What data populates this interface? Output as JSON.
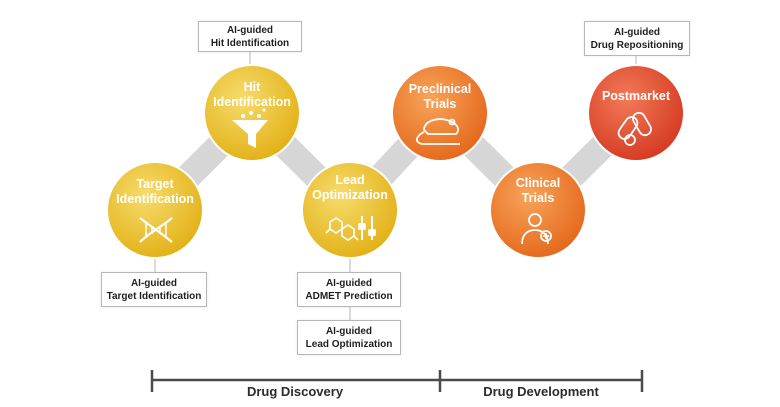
{
  "stages": [
    {
      "id": "target",
      "lines": [
        "Target",
        "Identification"
      ],
      "color_center": "#f2d35a",
      "color_edge": "#e3b21a",
      "icon": "dna-icon"
    },
    {
      "id": "hit",
      "lines": [
        "Hit",
        "Identification"
      ],
      "color_center": "#f2d35a",
      "color_edge": "#e3b21a",
      "icon": "funnel-icon"
    },
    {
      "id": "lead",
      "lines": [
        "Lead",
        "Optimization"
      ],
      "color_center": "#f2d35a",
      "color_edge": "#e3b21a",
      "icon": "molecule-sliders-icon"
    },
    {
      "id": "preclinical",
      "lines": [
        "Preclinical",
        "Trials"
      ],
      "color_center": "#f59a4e",
      "color_edge": "#e56a1a",
      "icon": "rat-icon"
    },
    {
      "id": "clinical",
      "lines": [
        "Clinical",
        "Trials"
      ],
      "color_center": "#f59a4e",
      "color_edge": "#e56a1a",
      "icon": "doctor-icon"
    },
    {
      "id": "postmarket",
      "lines": [
        "Postmarket"
      ],
      "color_center": "#ef6a4e",
      "color_edge": "#d63a22",
      "icon": "pills-icon"
    }
  ],
  "ai_boxes": {
    "hit": {
      "line1": "AI-guided",
      "line2": "Hit Identification"
    },
    "repositioning": {
      "line1": "AI-guided",
      "line2": "Drug Repositioning"
    },
    "target": {
      "line1": "AI-guided",
      "line2": "Target Identification"
    },
    "admet": {
      "line1": "AI-guided",
      "line2": "ADMET Prediction"
    },
    "lead": {
      "line1": "AI-guided",
      "line2": "Lead Optimization"
    }
  },
  "phases": {
    "discovery": "Drug Discovery",
    "development": "Drug Development"
  },
  "colors": {
    "connector": "#d6d6d6",
    "box_border": "#b7b7b7",
    "timeline": "#4a4a4a"
  }
}
